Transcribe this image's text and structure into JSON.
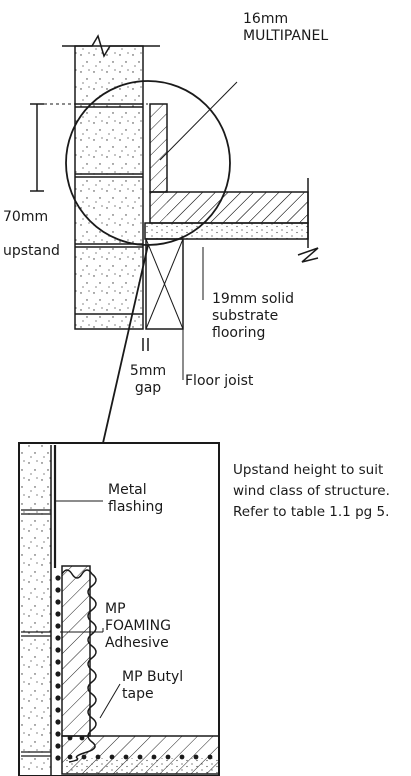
{
  "labels": {
    "multipanel": "16mm MULTIPANEL",
    "dimension": "70mm",
    "upstand": "upstand",
    "flooring": "19mm solid substrate flooring",
    "gap": "5mm gap",
    "joist": "Floor joist",
    "flashing": "Metal flashing",
    "adhesive": "MP FOAMING Adhesive",
    "tape": "MP Butyl tape"
  },
  "note": {
    "lines": [
      "Upstand height to suit",
      "wind class of structure.",
      "Refer to table 1.1 pg 5."
    ]
  }
}
